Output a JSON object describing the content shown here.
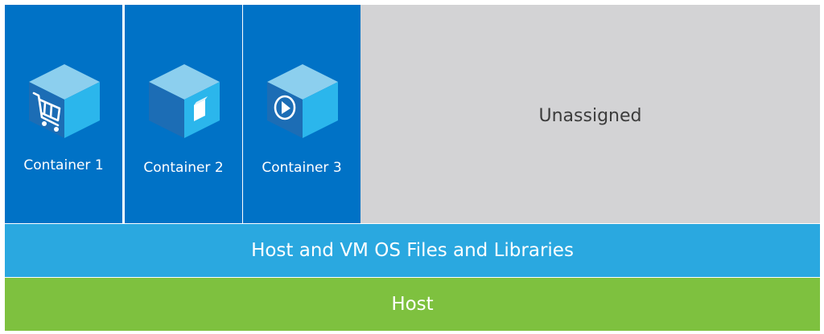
{
  "containers": [
    {
      "label": "Container 1",
      "icon": "shopping-cart-icon"
    },
    {
      "label": "Container 2",
      "icon": "document-icon"
    },
    {
      "label": "Container 3",
      "icon": "play-icon"
    }
  ],
  "unassigned": {
    "label": "Unassigned"
  },
  "os_layer": {
    "label": "Host and VM OS Files and Libraries"
  },
  "host_layer": {
    "label": "Host"
  },
  "colors": {
    "container_bg": "#0072c6",
    "unassigned_bg": "#d3d3d5",
    "os_layer_bg": "#2aa8e0",
    "host_layer_bg": "#7ec13f",
    "cube_top": "#8ccfee",
    "cube_left": "#1c6db5",
    "cube_right": "#2bb6ec"
  }
}
